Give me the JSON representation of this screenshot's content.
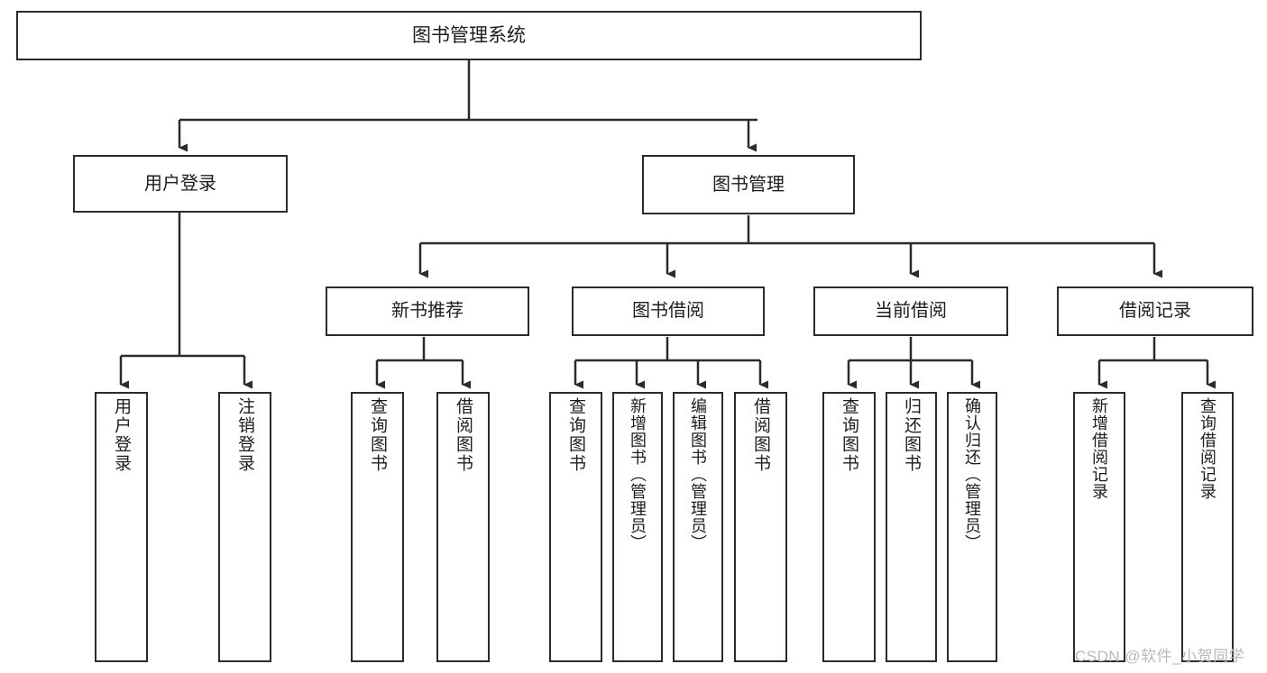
{
  "diagram": {
    "title": "图书管理系统",
    "type": "functional-structure-tree",
    "root": {
      "id": "root",
      "label": "图书管理系统"
    },
    "level1": [
      {
        "id": "user-login",
        "label": "用户登录"
      },
      {
        "id": "book-management",
        "label": "图书管理"
      }
    ],
    "level2": [
      {
        "id": "new-book-recommend",
        "label": "新书推荐",
        "parent": "book-management"
      },
      {
        "id": "book-borrow",
        "label": "图书借阅",
        "parent": "book-management"
      },
      {
        "id": "current-borrow",
        "label": "当前借阅",
        "parent": "book-management"
      },
      {
        "id": "borrow-record",
        "label": "借阅记录",
        "parent": "book-management"
      }
    ],
    "leaves": [
      {
        "id": "leaf-user-login",
        "label": "用户登录",
        "parent": "user-login"
      },
      {
        "id": "leaf-logout-login",
        "label": "注销登录",
        "parent": "user-login"
      },
      {
        "id": "leaf-query-book-1",
        "label": "查询图书",
        "parent": "new-book-recommend"
      },
      {
        "id": "leaf-borrow-book-1",
        "label": "借阅图书",
        "parent": "new-book-recommend"
      },
      {
        "id": "leaf-query-book-2",
        "label": "查询图书",
        "parent": "book-borrow"
      },
      {
        "id": "leaf-add-book",
        "label": "新增图书（管理员）",
        "parent": "book-borrow"
      },
      {
        "id": "leaf-edit-book",
        "label": "编辑图书（管理员）",
        "parent": "book-borrow"
      },
      {
        "id": "leaf-borrow-book-2",
        "label": "借阅图书",
        "parent": "book-borrow"
      },
      {
        "id": "leaf-query-book-3",
        "label": "查询图书",
        "parent": "current-borrow"
      },
      {
        "id": "leaf-return-book",
        "label": "归还图书",
        "parent": "current-borrow"
      },
      {
        "id": "leaf-confirm-return",
        "label": "确认归还（管理员）",
        "parent": "current-borrow"
      },
      {
        "id": "leaf-add-record",
        "label": "新增借阅记录",
        "parent": "borrow-record"
      },
      {
        "id": "leaf-query-record",
        "label": "查询借阅记录",
        "parent": "borrow-record"
      }
    ],
    "watermark": "CSDN @软件_小贺同学",
    "colors": {
      "stroke": "#2b2b2b",
      "fill": "#ffffff",
      "text": "#1d1d1d",
      "watermark": "#b9b9b9"
    }
  }
}
